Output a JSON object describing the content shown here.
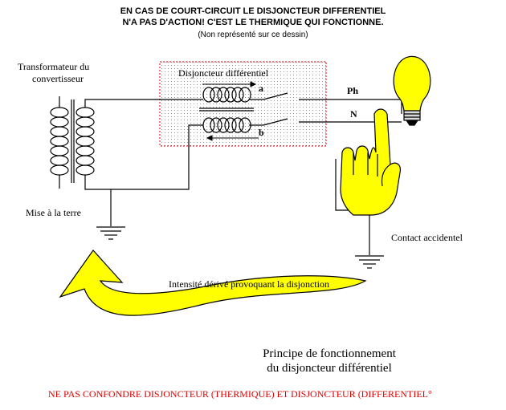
{
  "header": {
    "line1": "EN CAS DE COURT-CIRCUIT LE DISJONCTEUR DIFFERENTIEL",
    "line2": "N'A PAS D'ACTION! C'EST LE THERMIQUE QUI FONCTIONNE.",
    "line3": "(Non représenté sur ce dessin)"
  },
  "labels": {
    "transformer_line1": "Transformateur du",
    "transformer_line2": "convertisseur",
    "breaker": "Disjoncteur différentiel",
    "phase": "Ph",
    "neutral": "N",
    "coil_a": "a",
    "coil_b": "b",
    "earth": "Mise à la terre",
    "contact": "Contact accidentel",
    "current": "Intensité dérivé provoquant la disjonction"
  },
  "caption": {
    "line1": "Principe de fonctionnement",
    "line2": "du disjoncteur différentiel"
  },
  "warning": "NE PAS CONFONDRE DISJONCTEUR (THERMIQUE) ET DISJONCTEUR (DIFFERENTIEL°",
  "colors": {
    "breaker_border": "#e00000",
    "breaker_dots": "#e07070",
    "hand_fill": "#ffff00",
    "bulb_fill": "#ffff00",
    "arrow_fill": "#ffff00",
    "warning_text": "#e00000"
  }
}
